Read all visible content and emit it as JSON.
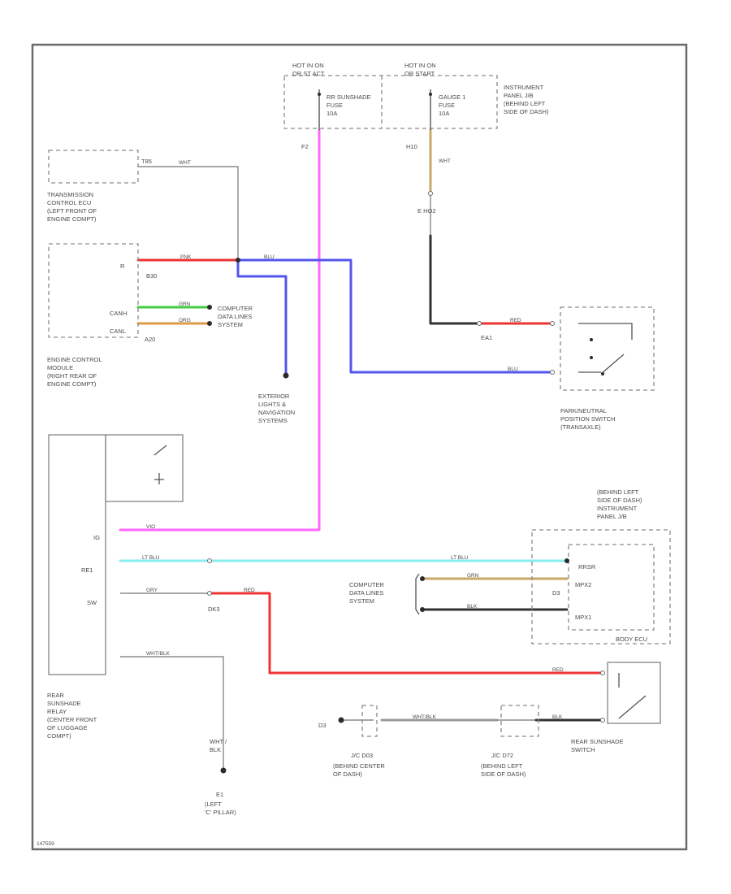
{
  "colors": {
    "pink": "#ff66ff",
    "blue": "#5555ee",
    "red": "#ee3333",
    "green": "#44cc44",
    "orange": "#dd9944",
    "tan": "#c8a868",
    "cyan": "#88eeee",
    "black": "#333333",
    "gray": "#999999"
  },
  "fuse_left": {
    "heading": "HOT IN ON\nOR ST ACT",
    "fuse": "RR SUNSHADE\nFUSE\n10A",
    "conn": "F2"
  },
  "fuse_right": {
    "heading": "HOT IN ON\nOR START",
    "fuse": "GAUGE 1\nFUSE\n10A",
    "conn": "H10"
  },
  "instrument_panel_jb": "INSTRUMENT\nPANEL J/B\n(BEHIND LEFT\nSIDE OF DASH)",
  "tcm": {
    "label": "TRANSMISSION\nCONTROL ECU\n(LEFT FRONT OF\nENGINE COMPT)",
    "pin": "T85",
    "wire": "WHT"
  },
  "ecm": {
    "label": "ENGINE CONTROL\nMODULE\n(RIGHT REAR OF\nENGINE COMPT)",
    "pin_r": "R",
    "conn_a": "B30",
    "conn_b": "A20",
    "can_h": "CANH",
    "can_l": "CANL",
    "wire_pnk": "PNK",
    "wire_grn": "GRN",
    "wire_org": "ORG"
  },
  "computer_data_1": "COMPUTER\nDATA LINES\nSYSTEM",
  "computer_data_2": "COMPUTER\nDATA LINES\nSYSTEM",
  "exterior_lights": "EXTERIOR\nLIGHTS &\nNAVIGATION\nSYSTEMS",
  "wire_blu": "BLU",
  "wire_red": "RED",
  "wire_wht": "WHT",
  "wire_grn2": "GRN",
  "splice_e": "E HO2",
  "park_switch": {
    "conn": "EA1",
    "label": "PARK/NEUTRAL\nPOSITION SWITCH\n(TRANSAXLE)"
  },
  "relay": {
    "label": "REAR\nSUNSHADE\nRELAY\n(CENTER FRONT\nOF LUGGAGE\nCOMPT)",
    "pins": [
      "IG",
      "RE1",
      "SW",
      "",
      ""
    ],
    "wire_ig": "VIO",
    "wire_re1": "LT BLU",
    "wire_sw": "GRY",
    "wire_gnd": "WHT/BLK",
    "splice": "DK3"
  },
  "body_ecu": {
    "location": "(BEHIND LEFT\nSIDE OF DASH)\nINSTRUMENT\nPANEL J/B",
    "pins": [
      "RRSR",
      "MPX2",
      "MPX1"
    ],
    "conn": "D3",
    "label": "BODY ECU",
    "wire_lt_blu": "LT BLU",
    "wire_grn": "GRN",
    "wire_blk": "BLK"
  },
  "rear_switch": {
    "label": "REAR SUNSHADE\nSWITCH",
    "wire_red": "RED",
    "wire_blk": "BLK"
  },
  "ground_d3": "D3",
  "ground_j1": {
    "conn": "J/C D03",
    "label": "(BEHIND CENTER\nOF DASH)",
    "wire": "WHT/BLK"
  },
  "ground_j2": {
    "conn": "J/C D72",
    "label": "(BEHIND LEFT\nSIDE OF DASH)"
  },
  "ground_main": {
    "wire": "WHT /\nBLK",
    "conn": "E1",
    "label": "(LEFT\n'C' PILLAR)"
  },
  "figure_id": "147559"
}
